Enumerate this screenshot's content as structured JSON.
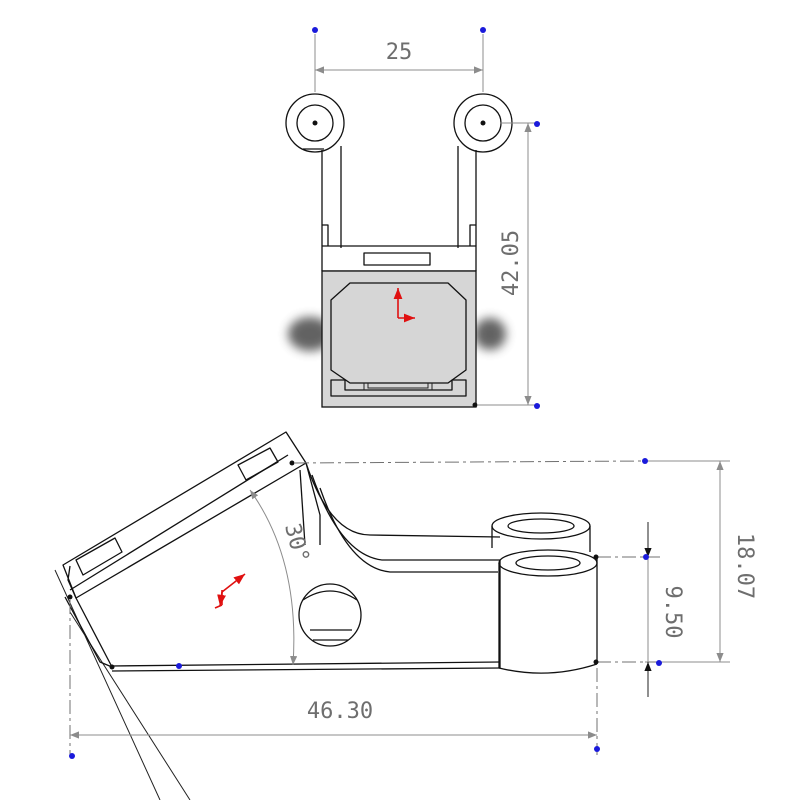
{
  "drawing": {
    "top_view": {
      "dim_width": "25",
      "dim_height": "42.05"
    },
    "side_view": {
      "dim_angle": "30°",
      "dim_length": "46.30",
      "dim_overall_height": "18.07",
      "dim_boss_height": "9.50"
    },
    "colors": {
      "part_outline": "#111111",
      "dimension": "#8c8c8c",
      "anchor_point": "#1a1adb",
      "axis_triad": "#e01010",
      "face_fill": "#d6d6d6"
    }
  }
}
